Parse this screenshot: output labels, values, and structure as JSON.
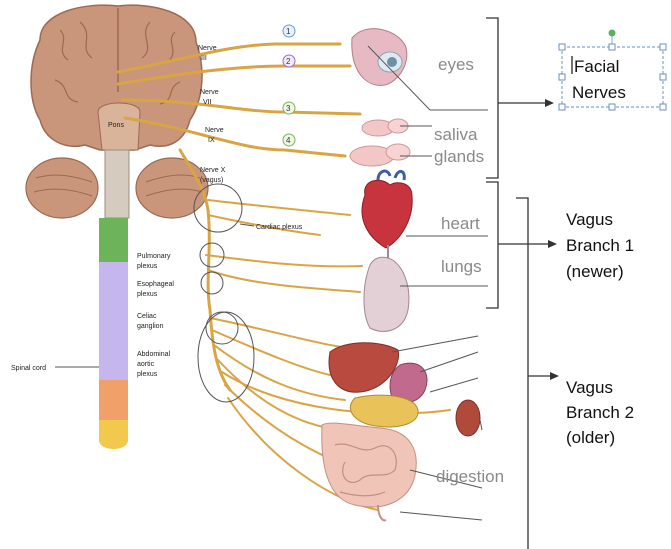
{
  "anatomy_labels": {
    "nerve_iii": [
      "Nerve",
      "III"
    ],
    "nerve_vii": [
      "Nerve",
      "VII"
    ],
    "nerve_ix": [
      "Nerve",
      "IX"
    ],
    "nerve_x": [
      "Nerve X",
      "(vagus)"
    ],
    "pons": "Pons",
    "cardiac_plexus": "Cardiac plexus",
    "pulmonary_plexus": [
      "Pulmonary",
      "plexus"
    ],
    "esophageal_plexus": [
      "Esophageal",
      "plexus"
    ],
    "celiac_ganglion": [
      "Celiac",
      "ganglion"
    ],
    "abdominal_aortic_plexus": [
      "Abdominal",
      "aortic",
      "plexus"
    ],
    "spinal_cord": "Spinal cord"
  },
  "badges": [
    "1",
    "2",
    "3",
    "4"
  ],
  "organ_labels": {
    "eyes": "eyes",
    "saliva": "saliva",
    "glands": "glands",
    "heart": "heart",
    "lungs": "lungs",
    "digestion": "digestion"
  },
  "groups": {
    "facial": [
      "Facial",
      "Nerves"
    ],
    "branch1": [
      "Vagus",
      "Branch 1",
      "(newer)"
    ],
    "branch2": [
      "Vagus",
      "Branch 2",
      "(older)"
    ]
  },
  "colors": {
    "nerve": "#d9a544",
    "brain": "#c9957b",
    "cord_green": "#6db35a",
    "cord_purple": "#c6b6ee",
    "cord_orange": "#f1a06a",
    "cord_yellow": "#f2c94c",
    "textbox_border": "#7fa7d8"
  }
}
